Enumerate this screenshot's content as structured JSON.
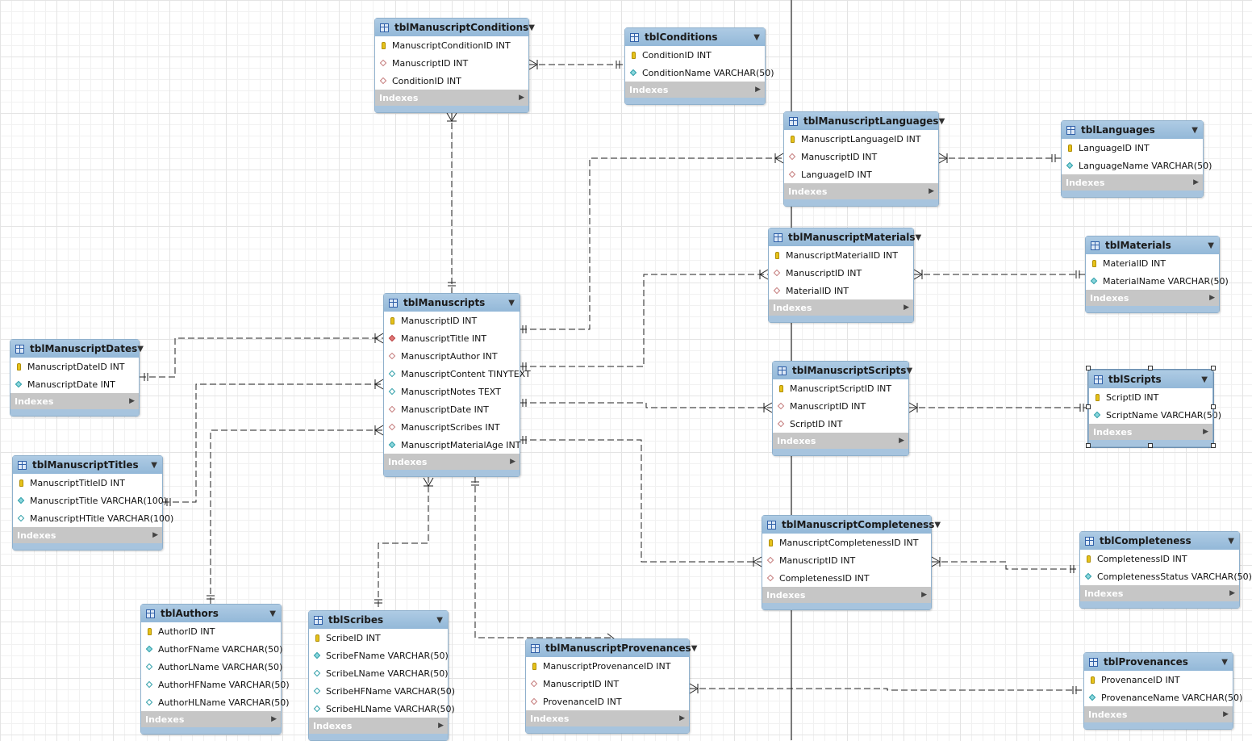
{
  "labels": {
    "indexes": "Indexes"
  },
  "tables": [
    {
      "id": "manuscript-conditions",
      "title": "tblManuscriptConditions",
      "columns": [
        {
          "icon": "pk",
          "text": "ManuscriptConditionID INT"
        },
        {
          "icon": "fk",
          "text": "ManuscriptID INT"
        },
        {
          "icon": "fk",
          "text": "ConditionID INT"
        }
      ]
    },
    {
      "id": "conditions",
      "title": "tblConditions",
      "columns": [
        {
          "icon": "pk",
          "text": "ConditionID INT"
        },
        {
          "icon": "nn",
          "text": "ConditionName VARCHAR(50)"
        }
      ]
    },
    {
      "id": "manuscript-languages",
      "title": "tblManuscriptLanguages",
      "columns": [
        {
          "icon": "pk",
          "text": "ManuscriptLanguageID INT"
        },
        {
          "icon": "fk",
          "text": "ManuscriptID INT"
        },
        {
          "icon": "fk",
          "text": "LanguageID INT"
        }
      ]
    },
    {
      "id": "languages",
      "title": "tblLanguages",
      "columns": [
        {
          "icon": "pk",
          "text": "LanguageID INT"
        },
        {
          "icon": "nn",
          "text": "LanguageName VARCHAR(50)"
        }
      ]
    },
    {
      "id": "manuscript-materials",
      "title": "tblManuscriptMaterials",
      "columns": [
        {
          "icon": "pk",
          "text": "ManuscriptMaterialID INT"
        },
        {
          "icon": "fk",
          "text": "ManuscriptID INT"
        },
        {
          "icon": "fk",
          "text": "MaterialID INT"
        }
      ]
    },
    {
      "id": "materials",
      "title": "tblMaterials",
      "columns": [
        {
          "icon": "pk",
          "text": "MaterialID INT"
        },
        {
          "icon": "nn",
          "text": "MaterialName VARCHAR(50)"
        }
      ]
    },
    {
      "id": "manuscripts",
      "title": "tblManuscripts",
      "columns": [
        {
          "icon": "pk",
          "text": "ManuscriptID INT"
        },
        {
          "icon": "nnfk",
          "text": "ManuscriptTitle INT"
        },
        {
          "icon": "fk",
          "text": "ManuscriptAuthor INT"
        },
        {
          "icon": "plain",
          "text": "ManuscriptContent TINYTEXT"
        },
        {
          "icon": "plain",
          "text": "ManuscriptNotes TEXT"
        },
        {
          "icon": "fk",
          "text": "ManuscriptDate INT"
        },
        {
          "icon": "fk",
          "text": "ManuscriptScribes INT"
        },
        {
          "icon": "nn",
          "text": "ManuscriptMaterialAge INT"
        }
      ]
    },
    {
      "id": "manuscript-dates",
      "title": "tblManuscriptDates",
      "columns": [
        {
          "icon": "pk",
          "text": "ManuscriptDateID INT"
        },
        {
          "icon": "nn",
          "text": "ManuscriptDate INT"
        }
      ]
    },
    {
      "id": "manuscript-scripts",
      "title": "tblManuscriptScripts",
      "columns": [
        {
          "icon": "pk",
          "text": "ManuscriptScriptID INT"
        },
        {
          "icon": "fk",
          "text": "ManuscriptID INT"
        },
        {
          "icon": "fk",
          "text": "ScriptID INT"
        }
      ]
    },
    {
      "id": "scripts",
      "title": "tblScripts",
      "columns": [
        {
          "icon": "pk",
          "text": "ScriptID INT"
        },
        {
          "icon": "nn",
          "text": "ScriptName VARCHAR(50)"
        }
      ]
    },
    {
      "id": "manuscript-titles",
      "title": "tblManuscriptTitles",
      "columns": [
        {
          "icon": "pk",
          "text": "ManuscriptTitleID INT"
        },
        {
          "icon": "nn",
          "text": "ManuscriptTitle VARCHAR(100)"
        },
        {
          "icon": "plain",
          "text": "ManuscriptHTitle VARCHAR(100)"
        }
      ]
    },
    {
      "id": "manuscript-completeness",
      "title": "tblManuscriptCompleteness",
      "columns": [
        {
          "icon": "pk",
          "text": "ManuscriptCompletenessID INT"
        },
        {
          "icon": "fk",
          "text": "ManuscriptID INT"
        },
        {
          "icon": "fk",
          "text": "CompletenessID INT"
        }
      ]
    },
    {
      "id": "completeness",
      "title": "tblCompleteness",
      "columns": [
        {
          "icon": "pk",
          "text": "CompletenessID INT"
        },
        {
          "icon": "nn",
          "text": "CompletenessStatus VARCHAR(50)"
        }
      ]
    },
    {
      "id": "authors",
      "title": "tblAuthors",
      "columns": [
        {
          "icon": "pk",
          "text": "AuthorID INT"
        },
        {
          "icon": "nn",
          "text": "AuthorFName VARCHAR(50)"
        },
        {
          "icon": "plain",
          "text": "AuthorLName VARCHAR(50)"
        },
        {
          "icon": "plain",
          "text": "AuthorHFName VARCHAR(50)"
        },
        {
          "icon": "plain",
          "text": "AuthorHLName VARCHAR(50)"
        }
      ]
    },
    {
      "id": "scribes",
      "title": "tblScribes",
      "columns": [
        {
          "icon": "pk",
          "text": "ScribeID INT"
        },
        {
          "icon": "nn",
          "text": "ScribeFName VARCHAR(50)"
        },
        {
          "icon": "plain",
          "text": "ScribeLName VARCHAR(50)"
        },
        {
          "icon": "plain",
          "text": "ScribeHFName VARCHAR(50)"
        },
        {
          "icon": "plain",
          "text": "ScribeHLName VARCHAR(50)"
        }
      ]
    },
    {
      "id": "manuscript-provenances",
      "title": "tblManuscriptProvenances",
      "columns": [
        {
          "icon": "pk",
          "text": "ManuscriptProvenanceID INT"
        },
        {
          "icon": "fk",
          "text": "ManuscriptID INT"
        },
        {
          "icon": "fk",
          "text": "ProvenanceID INT"
        }
      ]
    },
    {
      "id": "provenances",
      "title": "tblProvenances",
      "columns": [
        {
          "icon": "pk",
          "text": "ProvenanceID INT"
        },
        {
          "icon": "nn",
          "text": "ProvenanceName VARCHAR(50)"
        }
      ]
    }
  ]
}
